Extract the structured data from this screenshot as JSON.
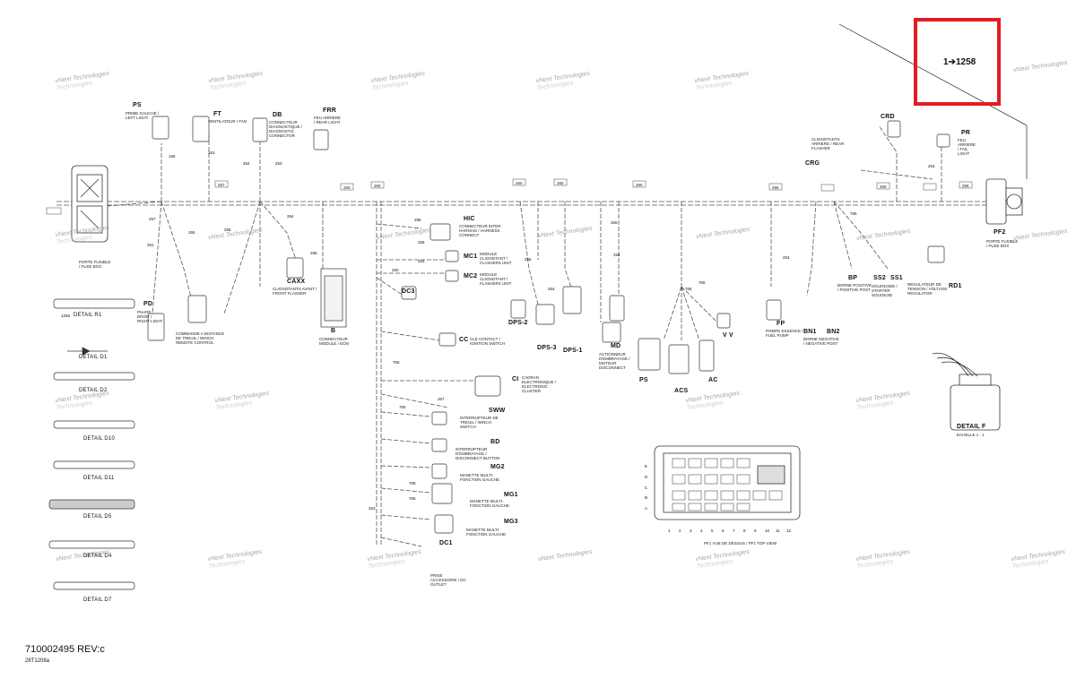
{
  "document": {
    "part_number": "710002495 REV:c",
    "drawing_code": "28T1208a"
  },
  "callout": {
    "label": "1➔1258",
    "highlight_color": "#e31b23"
  },
  "watermark": {
    "line1": "vNext Technologies",
    "line2": "Technologies"
  },
  "connectors": {
    "ps": {
      "code": "PS",
      "desc": "PRIME GAUCHE / LEFT LIGHT"
    },
    "ft": {
      "code": "FT",
      "desc": "VENTILATEUR / FAN"
    },
    "db": {
      "code": "DB",
      "desc": "CONNECTEUR DIAGNOSTIQUE / DIAGNOSTIC CONNECTOR"
    },
    "frr": {
      "code": "FRR",
      "desc": "FEU ARRIERE / REAR LIGHT"
    },
    "crd": {
      "code": "CRD"
    },
    "pr": {
      "code": "PR",
      "desc": "FEU ARRIERE / TAIL LIGHT"
    },
    "crg": {
      "code": "CRG",
      "desc": "CLIGNOTANTS ARRIERE / REAR FLASHER"
    },
    "pf2": {
      "code": "PF2",
      "desc": "PORTE FUSIBLE / FUSE BOX"
    },
    "pf1": {
      "desc": "PORTE FUSIBLE / FUSE BOX"
    },
    "caxx": {
      "code": "CAXX",
      "desc": "CLIGNOTANTS AVANT / FRONT FLASHER"
    },
    "b": {
      "code": "B",
      "desc": "CONNECTEUR MODULE / ECM"
    },
    "hic": {
      "code": "HIC",
      "desc": "CONNECTEUR INTER HARNAIS / HARNESS CONNECT"
    },
    "mc1": {
      "code": "MC1",
      "desc": "MODULE CLIGNOTANT / FLASHERS UNIT"
    },
    "mc2": {
      "code": "MC2",
      "desc": "MODULE CLIGNOTANT / FLASHERS UNIT"
    },
    "dc3": {
      "code": "DC3"
    },
    "cc": {
      "code": "CC",
      "desc": "CLE CONTACT / IGNITION SWITCH"
    },
    "ci": {
      "code": "CI",
      "desc": "CADRAN ELECTRONIQUE / ELECTRONIC CLUSTER"
    },
    "sww": {
      "code": "SWW",
      "desc": "INTERRUPTEUR DE TREUIL / WINCH SWITCH"
    },
    "bd": {
      "code": "BD",
      "desc": "INTERRUPTEUR D'EMBRAYAGE / DISCONNECT BUTTON"
    },
    "mg2": {
      "code": "MG2",
      "desc": "MANETTE MULTI-FONCTION GAUCHE"
    },
    "mg1": {
      "code": "MG1",
      "desc": "MANETTE MULTI-FONCTION GAUCHE"
    },
    "mg3": {
      "code": "MG3",
      "desc": "MANETTE MULTI-FONCTION GAUCHE"
    },
    "dc1": {
      "code": "DC1",
      "desc": "PRISE ACCESSOIRE / DC OUTLET"
    },
    "dps2": {
      "code": "DPS-2"
    },
    "dps3": {
      "code": "DPS-3"
    },
    "dps1": {
      "code": "DPS-1"
    },
    "md": {
      "code": "MD",
      "desc": "ACTIONNEUR D'EMBRAYAGE / MOTEUR DISCONNECT"
    },
    "ps2": {
      "code": "PS"
    },
    "acs": {
      "code": "ACS"
    },
    "ac": {
      "code": "AC"
    },
    "vv": {
      "code": "V V"
    },
    "fp": {
      "code": "FP",
      "desc": "POMPE ESSENCE / FUEL PUMP"
    },
    "bn1": {
      "code": "BN1",
      "desc": "BORNE NEGATIVE / NEGATIVE POST"
    },
    "bn2": {
      "code": "BN2"
    },
    "bp": {
      "code": "BP",
      "desc": "BORNE POSITIVE / POSITIVE POST"
    },
    "ss2": {
      "code": "SS2"
    },
    "ss1": {
      "code": "SS1",
      "desc": "SOLENOIDE / STARTER SOLENOID"
    },
    "rd1": {
      "code": "RD1",
      "desc": "REGULATEUR DE TENSION / VOLTAGE REGULATOR"
    },
    "pd": {
      "code": "PD",
      "desc": "PHARE DROIT / RIGHT LIGHT"
    },
    "wrc": {
      "desc": "COMMANDE A DISTANCE DE TREUIL / WINCH REMOTE CONTROL"
    }
  },
  "details": {
    "r1": {
      "label": "DETAIL R1",
      "num": "1258"
    },
    "d1": {
      "label": "DETAIL D1"
    },
    "d2": {
      "label": "DETAIL D2"
    },
    "d10": {
      "label": "DETAIL D10"
    },
    "d11": {
      "label": "DETAIL D11"
    },
    "d5": {
      "label": "DETAIL D5"
    },
    "d4": {
      "label": "DETAIL D4"
    },
    "d7": {
      "label": "DETAIL D7"
    },
    "f": {
      "label": "DETAIL F",
      "scale": "ECHELLE 1 : 1"
    }
  },
  "fuse_box": {
    "rows": [
      "E",
      "D",
      "C",
      "B",
      "A"
    ],
    "columns": [
      "1",
      "2",
      "3",
      "4",
      "5",
      "6",
      "7",
      "8",
      "9",
      "10",
      "11",
      "12"
    ],
    "caption": "PF1 VUE DE DESSUS / PF1 TOP VIEW"
  },
  "wire_labels": [
    "185",
    "263",
    "254",
    "253",
    "257",
    "260",
    "260",
    "260",
    "260",
    "260",
    "260",
    "258",
    "256",
    "255",
    "254",
    "251",
    "257",
    "255",
    "256",
    "288",
    "256",
    "250",
    "766",
    "765",
    "765",
    "765",
    "765",
    "253",
    "253",
    "253",
    "267",
    "256",
    "254",
    "254",
    "256",
    "254",
    "765",
    "765"
  ]
}
